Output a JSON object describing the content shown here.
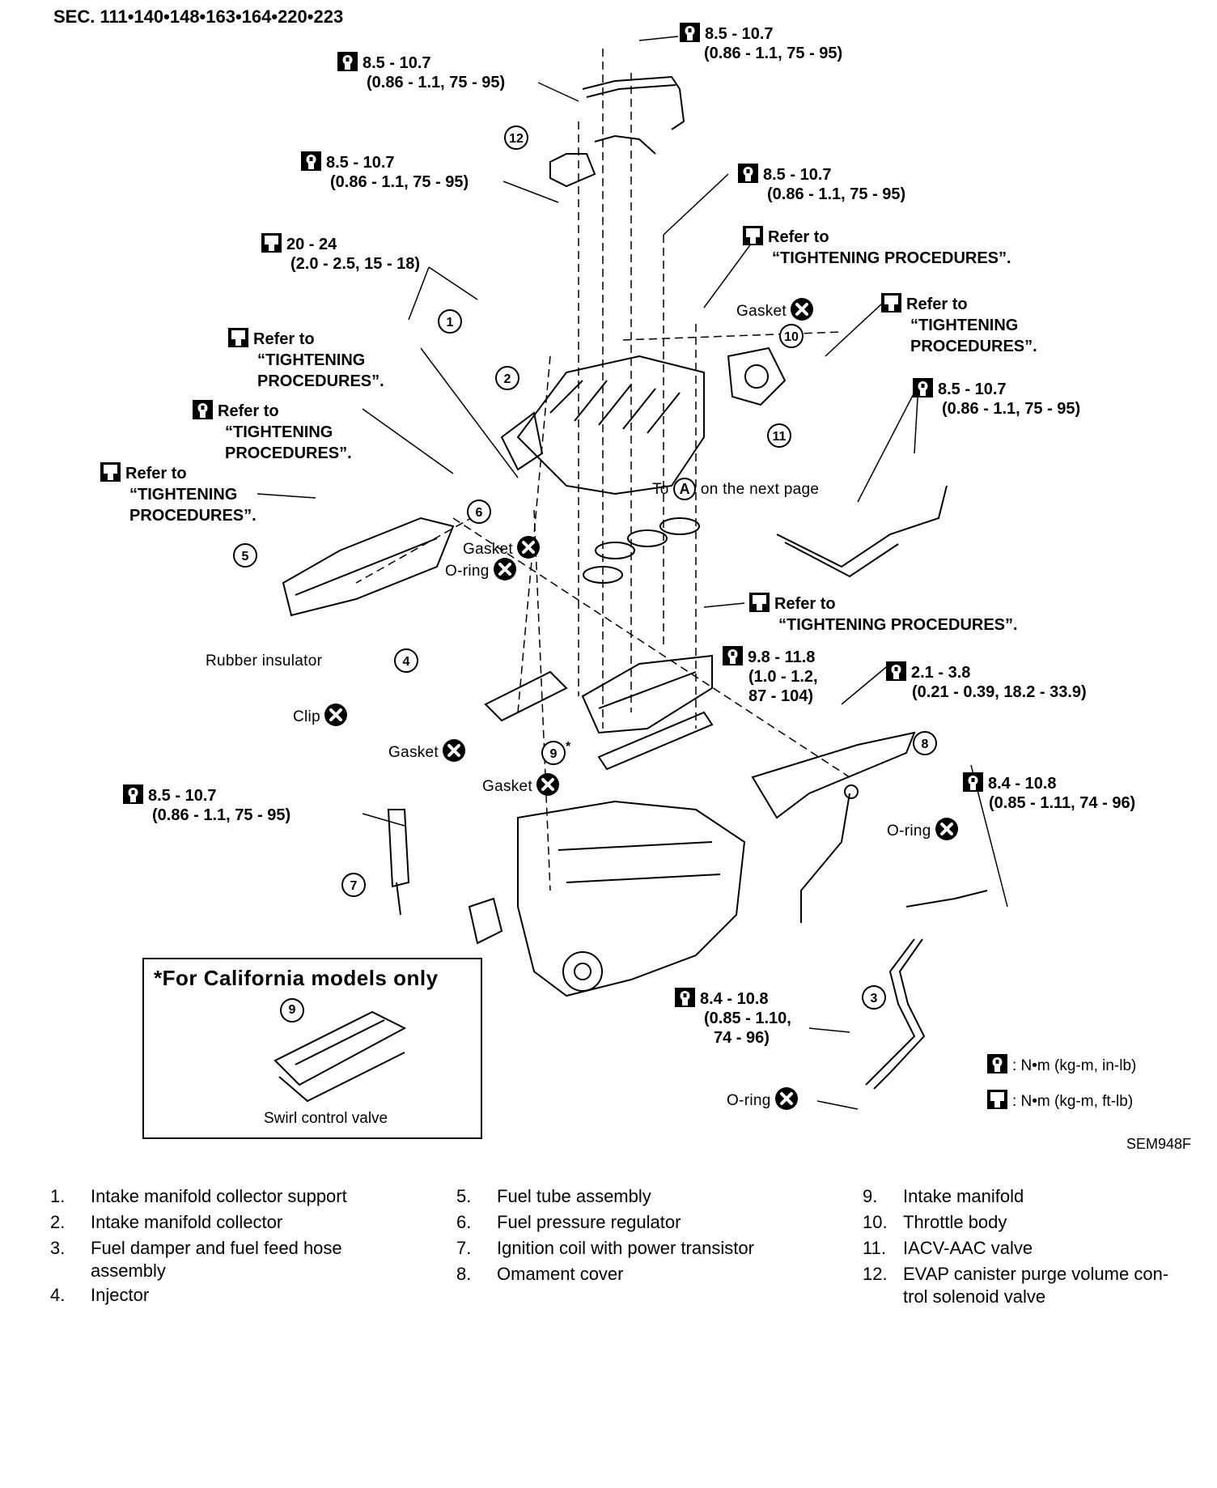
{
  "section": "SEC. 111•140•148•163•164•220•223",
  "figure_code": "SEM948F",
  "torque": {
    "t1": {
      "value": "8.5 - 10.7",
      "detail": "(0.86 - 1.1, 75 - 95)"
    },
    "t2": {
      "value": "8.5 - 10.7",
      "detail": "(0.86 - 1.1, 75 - 95)"
    },
    "t3": {
      "value": "8.5 - 10.7",
      "detail": "(0.86 - 1.1, 75 - 95)"
    },
    "t4": {
      "value": "8.5 - 10.7",
      "detail": "(0.86 - 1.1, 75 - 95)"
    },
    "t5": {
      "value": "20 - 24",
      "detail": "(2.0 - 2.5, 15 - 18)"
    },
    "t6": {
      "value": "8.5 - 10.7",
      "detail": "(0.86 - 1.1, 75 - 95)"
    },
    "t7": {
      "value": "9.8 - 11.8",
      "detail1": "(1.0 - 1.2,",
      "detail2": "87 - 104)"
    },
    "t8": {
      "value": "2.1 - 3.8",
      "detail": "(0.21 - 0.39, 18.2 - 33.9)"
    },
    "t9": {
      "value": "8.4 - 10.8",
      "detail": "(0.85 - 1.11, 74 - 96)"
    },
    "t10": {
      "value": "8.5 - 10.7",
      "detail": "(0.86 - 1.1, 75 - 95)"
    },
    "t11": {
      "value": "8.4 - 10.8",
      "detail1": "(0.85 - 1.10,",
      "detail2": "74 - 96)"
    }
  },
  "refer": {
    "line1": "Refer to",
    "line2": "“TIGHTENING",
    "line3": "PROCEDURES”.",
    "full": "“TIGHTENING PROCEDURES”."
  },
  "labels": {
    "gasket": "Gasket",
    "oring": "O-ring",
    "rubber_insulator": "Rubber insulator",
    "clip": "Clip",
    "to_a_prefix": "To",
    "to_a_letter": "A",
    "to_a_suffix": "on the next page",
    "star": "*"
  },
  "callouts": [
    "1",
    "2",
    "3",
    "4",
    "5",
    "6",
    "7",
    "8",
    "9",
    "10",
    "11",
    "12"
  ],
  "inset": {
    "title": "*For California models only",
    "callout": "9",
    "caption": "Swirl control valve"
  },
  "legend": {
    "nm_inlb": ": N•m (kg-m, in-lb)",
    "nm_ftlb": ": N•m (kg-m, ft-lb)"
  },
  "parts": [
    {
      "num": "1.",
      "name": "Intake manifold collector support"
    },
    {
      "num": "2.",
      "name": "Intake manifold collector"
    },
    {
      "num": "3.",
      "name": "Fuel damper and fuel feed hose",
      "name2": "assembly"
    },
    {
      "num": "4.",
      "name": "Injector"
    },
    {
      "num": "5.",
      "name": "Fuel tube assembly"
    },
    {
      "num": "6.",
      "name": "Fuel pressure regulator"
    },
    {
      "num": "7.",
      "name": "Ignition coil with power transistor"
    },
    {
      "num": "8.",
      "name": "Omament cover"
    },
    {
      "num": "9.",
      "name": "Intake manifold"
    },
    {
      "num": "10.",
      "name": "Throttle body"
    },
    {
      "num": "11.",
      "name": "IACV-AAC valve"
    },
    {
      "num": "12.",
      "name": "EVAP canister purge volume con-",
      "name2": "trol solenoid valve"
    }
  ]
}
